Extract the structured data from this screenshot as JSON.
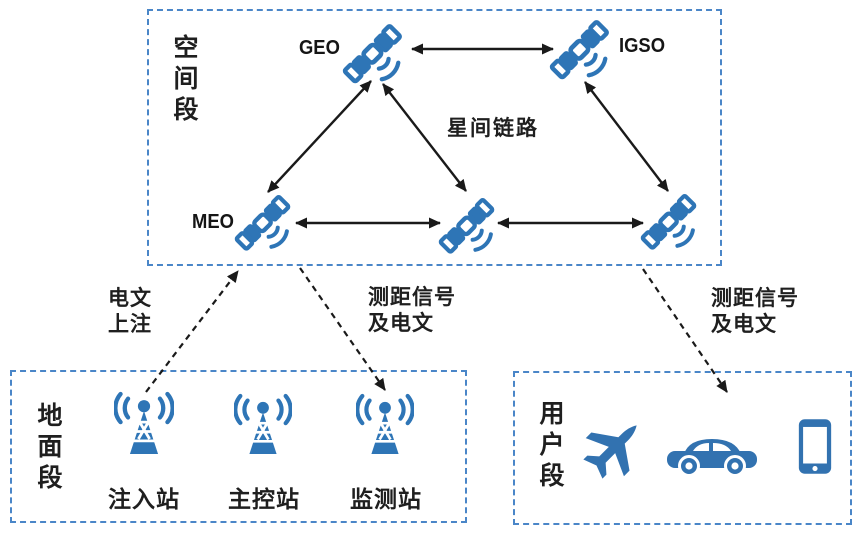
{
  "colors": {
    "box_border": "#4a86c8",
    "satellite_blue": "#2e75b6",
    "device_blue": "#3272b0",
    "arrow_black": "#1a1a1a",
    "text_dark": "#1f1f1f"
  },
  "space_segment": {
    "title": "空间段",
    "geo_label": "GEO",
    "igso_label": "IGSO",
    "meo_label": "MEO",
    "isl_label": "星间链路",
    "satellite_icons": [
      "geo-satellite-icon",
      "igso-satellite-icon",
      "meo-satellite-icon-left",
      "meo-satellite-icon-middle",
      "meo-satellite-icon-right"
    ]
  },
  "ground_segment": {
    "title": "地面段",
    "stations": [
      "注入站",
      "主控站",
      "监测站"
    ],
    "station_icon": "antenna-icon"
  },
  "user_segment": {
    "title": "用户段",
    "devices": [
      "airplane",
      "car",
      "smartphone"
    ]
  },
  "link_labels": {
    "uplink_line1": "电文",
    "uplink_line2": "上注",
    "ranging_line1": "测距信号",
    "ranging_line2": "及电文"
  }
}
